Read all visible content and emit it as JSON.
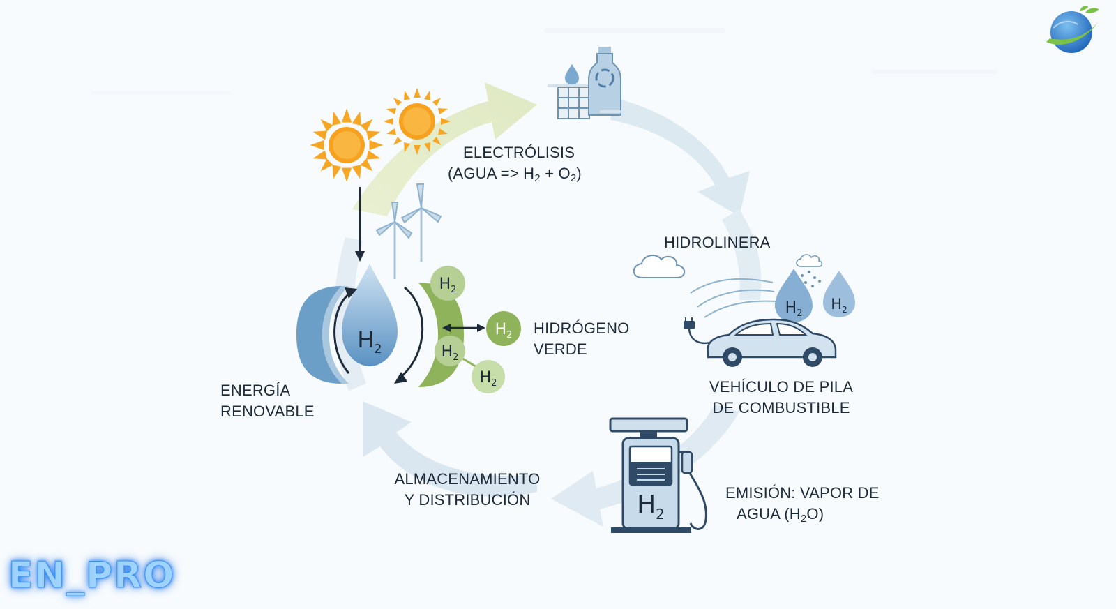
{
  "labels": {
    "electrolysis_line1": "ELECTRÓLISIS",
    "electrolysis_line2_prefix": "(AGUA => H",
    "electrolysis_line2_mid": " + O",
    "electrolysis_line2_suffix": ")",
    "subscript_2": "2",
    "hidrolinera": "HIDROLINERA",
    "vehicle_line1": "VEHÍCULO DE PILA",
    "vehicle_line2": "DE COMBUSTIBLE",
    "emission_line1": "EMISIÓN: VAPOR DE",
    "emission_line2_prefix": "AGUA (H",
    "emission_line2_suffix": "O)",
    "storage_line1": "ALMACENAMIENTO",
    "storage_line2": "Y DISTRIBUCIÓN",
    "renewable_line1": "ENERGÍA",
    "renewable_line2": "RENOVABLE",
    "green_h2_line1": "HIDRÓGENO",
    "green_h2_line2": "VERDE",
    "h2_symbol": "H",
    "watermark": "EN_PRO"
  },
  "colors": {
    "cycle_arrow_green": "#e3ecc6",
    "cycle_arrow_blue": "#dce8f0",
    "sun": "#f6a623",
    "water_blue": "#5f95c4",
    "green_accent": "#8fb35a",
    "navy": "#1d2a3a"
  }
}
